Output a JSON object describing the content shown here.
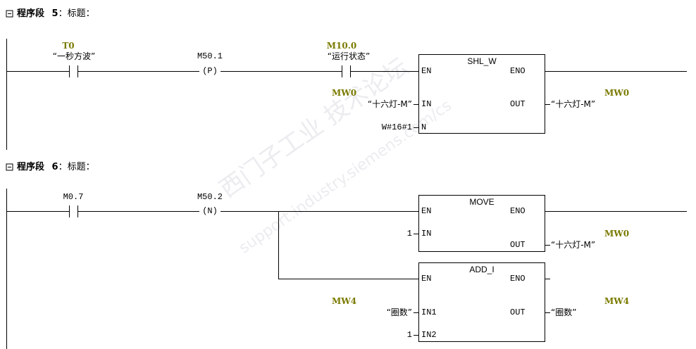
{
  "networks": [
    {
      "toggle_icon": "collapse-box-icon",
      "label": "程序段",
      "number": "5",
      "title": "：标题：",
      "contact1": {
        "address": "T0",
        "symbol": "“一秒方波”"
      },
      "coil": {
        "address": "M50.1",
        "type": "(P)"
      },
      "contact2": {
        "address": "M10.0",
        "symbol": "“运行状态”"
      },
      "box": {
        "name": "SHL_W",
        "en": "EN",
        "eno": "ENO",
        "in": "IN",
        "out": "OUT",
        "n": "N",
        "in_address": "MW0",
        "in_symbol": "“十六灯-M”",
        "n_value": "W#16#1",
        "out_address": "MW0",
        "out_symbol": "“十六灯-M”"
      }
    },
    {
      "toggle_icon": "collapse-box-icon",
      "label": "程序段",
      "number": "6",
      "title": "：标题：",
      "contact1": {
        "address": "M0.7"
      },
      "coil": {
        "address": "M50.2",
        "type": "(N)"
      },
      "move": {
        "name": "MOVE",
        "en": "EN",
        "eno": "ENO",
        "in": "IN",
        "out": "OUT",
        "in_value": "1",
        "out_address": "MW0",
        "out_symbol": "“十六灯-M”"
      },
      "add": {
        "name": "ADD_I",
        "en": "EN",
        "eno": "ENO",
        "in1": "IN1",
        "in2": "IN2",
        "out": "OUT",
        "in1_address": "MW4",
        "in1_symbol": "“圈数”",
        "in2_value": "1",
        "out_address": "MW4",
        "out_symbol": "“圈数”"
      }
    }
  ],
  "watermark": {
    "line1": "西门子工业 技术论坛",
    "line2": "support.industry.siemens.com/cs"
  },
  "colors": {
    "address": "#7a7a00",
    "line": "#000000"
  }
}
